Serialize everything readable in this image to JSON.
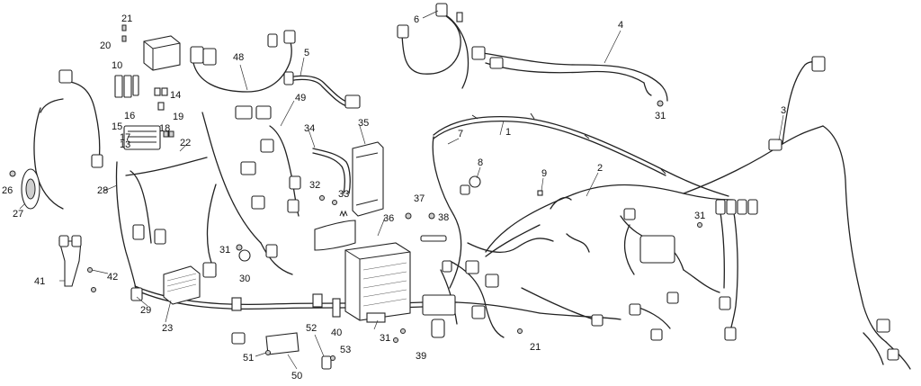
{
  "callouts": [
    {
      "id": "c1",
      "text": "1"
    },
    {
      "id": "c2",
      "text": "2"
    },
    {
      "id": "c3",
      "text": "3"
    },
    {
      "id": "c4",
      "text": "4"
    },
    {
      "id": "c5",
      "text": "5"
    },
    {
      "id": "c6",
      "text": "6"
    },
    {
      "id": "c7",
      "text": "7"
    },
    {
      "id": "c8",
      "text": "8"
    },
    {
      "id": "c9",
      "text": "9"
    },
    {
      "id": "c10",
      "text": "10"
    },
    {
      "id": "c13",
      "text": "13"
    },
    {
      "id": "c14",
      "text": "14"
    },
    {
      "id": "c15",
      "text": "15"
    },
    {
      "id": "c16",
      "text": "16"
    },
    {
      "id": "c17",
      "text": "17"
    },
    {
      "id": "c18",
      "text": "18"
    },
    {
      "id": "c19",
      "text": "19"
    },
    {
      "id": "c20",
      "text": "20"
    },
    {
      "id": "c21a",
      "text": "21"
    },
    {
      "id": "c21b",
      "text": "21"
    },
    {
      "id": "c22",
      "text": "22"
    },
    {
      "id": "c23",
      "text": "23"
    },
    {
      "id": "c26",
      "text": "26"
    },
    {
      "id": "c27",
      "text": "27"
    },
    {
      "id": "c28",
      "text": "28"
    },
    {
      "id": "c29",
      "text": "29"
    },
    {
      "id": "c30",
      "text": "30"
    },
    {
      "id": "c31a",
      "text": "31"
    },
    {
      "id": "c31b",
      "text": "31"
    },
    {
      "id": "c31c",
      "text": "31"
    },
    {
      "id": "c31d",
      "text": "31"
    },
    {
      "id": "c32",
      "text": "32"
    },
    {
      "id": "c33",
      "text": "33"
    },
    {
      "id": "c34",
      "text": "34"
    },
    {
      "id": "c35",
      "text": "35"
    },
    {
      "id": "c36",
      "text": "36"
    },
    {
      "id": "c37",
      "text": "37"
    },
    {
      "id": "c38",
      "text": "38"
    },
    {
      "id": "c39",
      "text": "39"
    },
    {
      "id": "c40",
      "text": "40"
    },
    {
      "id": "c41",
      "text": "41"
    },
    {
      "id": "c42",
      "text": "42"
    },
    {
      "id": "c48",
      "text": "48"
    },
    {
      "id": "c49",
      "text": "49"
    },
    {
      "id": "c50",
      "text": "50"
    },
    {
      "id": "c51",
      "text": "51"
    },
    {
      "id": "c52",
      "text": "52"
    },
    {
      "id": "c53",
      "text": "53"
    }
  ]
}
